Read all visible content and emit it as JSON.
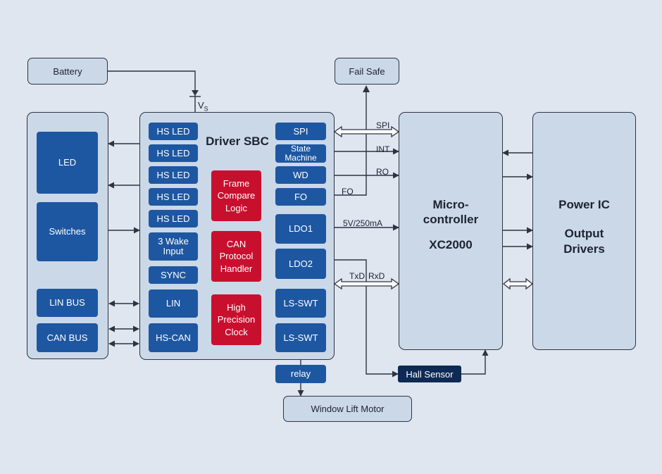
{
  "external": {
    "battery": "Battery",
    "fail_safe": "Fail Safe",
    "window_lift_motor": "Window Lift Motor",
    "hall_sensor": "Hall Sensor"
  },
  "supply_label": "V",
  "supply_subscript": "S",
  "left_panel": {
    "led": "LED",
    "switches": "Switches",
    "lin_bus": "LIN BUS",
    "can_bus": "CAN BUS"
  },
  "sbc": {
    "title": "Driver SBC",
    "left_blocks": [
      "HS LED",
      "HS LED",
      "HS LED",
      "HS LED",
      "HS LED",
      "3 Wake\nInput",
      "SYNC",
      "LIN",
      "HS-CAN"
    ],
    "center_blocks": [
      "Frame\nCompare\nLogic",
      "CAN\nProtocol\nHandler",
      "High\nPrecision\nClock"
    ],
    "right_blocks": [
      "SPI",
      "State\nMachine",
      "WD",
      "FO",
      "LDO1",
      "LDO2",
      "LS-SWT",
      "LS-SWT"
    ],
    "relay": "relay"
  },
  "signals": {
    "spi": "SPI",
    "int": "INT",
    "ro": "RO",
    "fo": "FO",
    "supply": "5V/250mA",
    "txd": "TxD",
    "rxd": "RxD"
  },
  "mcu": {
    "title_line1": "Micro-",
    "title_line2": "controller",
    "model": "XC2000"
  },
  "power_ic": {
    "title": "Power IC",
    "subtitle_line1": "Output",
    "subtitle_line2": "Drivers"
  },
  "colors": {
    "background": "#dfe6f0",
    "panel": "#cbd8e8",
    "block_blue": "#1e57a1",
    "block_red": "#c8102e",
    "block_navy": "#0e2a54",
    "line": "#2d3440"
  }
}
